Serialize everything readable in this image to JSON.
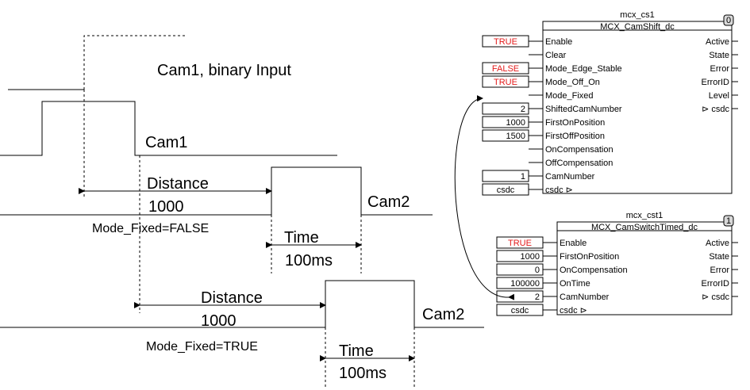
{
  "colors": {
    "line": "#000000",
    "true_false_value": "#e31b1b",
    "numeric_value": "#000000",
    "block_border": "#000000",
    "grid_box_fill": "#ffffff"
  },
  "timing": {
    "cam1_input_label": "Cam1, binary Input",
    "cam1_label": "Cam1",
    "cam2_label_a": "Cam2",
    "cam2_label_b": "Cam2",
    "distance_label_a": "Distance",
    "distance_value_a": "1000",
    "distance_label_b": "Distance",
    "distance_value_b": "1000",
    "mode_fixed_false": "Mode_Fixed=FALSE",
    "mode_fixed_true": "Mode_Fixed=TRUE",
    "time_label_a": "Time",
    "time_value_a": "100ms",
    "time_label_b": "Time",
    "time_value_b": "100ms"
  },
  "block1": {
    "instance": "mcx_cs1",
    "type": "MCX_CamShift_dc",
    "index": "0",
    "inputs": [
      "Enable",
      "Clear",
      "Mode_Edge_Stable",
      "Mode_Off_On",
      "Mode_Fixed",
      "ShiftedCamNumber",
      "FirstOnPosition",
      "FirstOffPosition",
      "OnCompensation",
      "OffCompensation",
      "CamNumber",
      "csdc ⊳"
    ],
    "outputs": [
      "Active",
      "State",
      "Error",
      "ErrorID",
      "Level",
      "⊳ csdc"
    ],
    "values": [
      "TRUE",
      "",
      "FALSE",
      "TRUE",
      "",
      "2",
      "1000",
      "1500",
      "",
      "",
      "1",
      "csdc"
    ]
  },
  "block2": {
    "instance": "mcx_cst1",
    "type": "MCX_CamSwitchTimed_dc",
    "index": "1",
    "inputs": [
      "Enable",
      "FirstOnPosition",
      "OnCompensation",
      "OnTime",
      "CamNumber",
      "csdc ⊳"
    ],
    "outputs": [
      "Active",
      "State",
      "Error",
      "ErrorID",
      "⊳ csdc"
    ],
    "values": [
      "TRUE",
      "1000",
      "0",
      "100000",
      "2",
      "csdc"
    ]
  }
}
